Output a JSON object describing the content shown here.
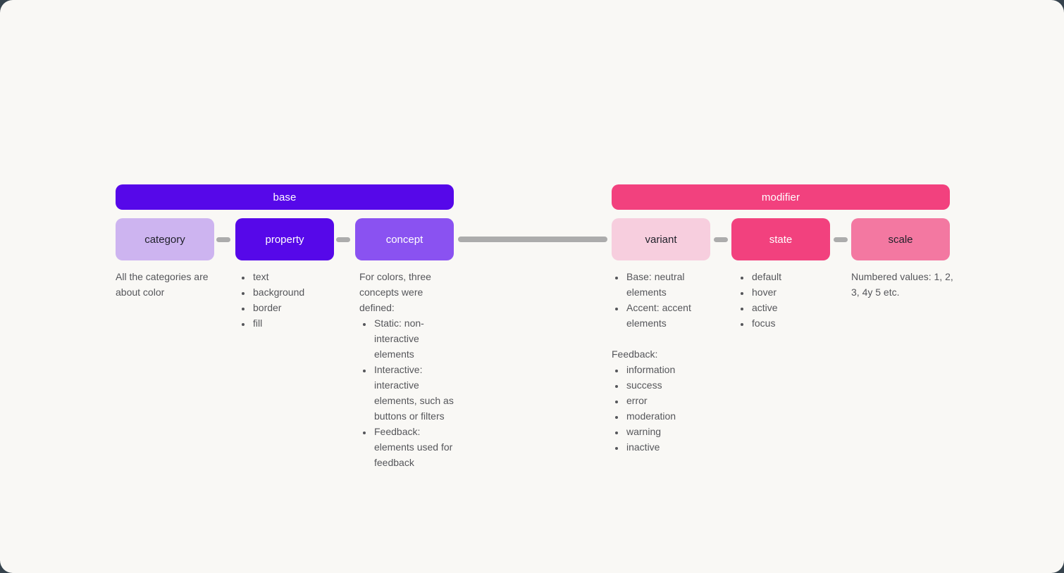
{
  "colors": {
    "page_background": "#36434d",
    "card_background": "#f9f8f5",
    "purple_deep": "#5608e9",
    "purple_light": "#cdb4f0",
    "purple_mid": "#8a52f1",
    "pink_deep": "#f2417e",
    "pink_light": "#f7cede",
    "pink_mid": "#f378a1",
    "connector_gray": "#acacac",
    "note_text": "#55565a",
    "dark_label": "#1f2029",
    "light_label": "#ffffff"
  },
  "diagram": {
    "base_group": {
      "header_label": "base",
      "boxes": {
        "category": "category",
        "property": "property",
        "concept": "concept"
      }
    },
    "modifier_group": {
      "header_label": "modifier",
      "boxes": {
        "variant": "variant",
        "state": "state",
        "scale": "scale"
      }
    },
    "notes": {
      "category": [
        {
          "type": "p",
          "text": "All the categories are about color"
        }
      ],
      "property": [
        {
          "type": "ul",
          "items": [
            "text",
            "background",
            "border",
            "fill"
          ]
        }
      ],
      "concept": [
        {
          "type": "p",
          "text": "For colors, three concepts were defined:"
        },
        {
          "type": "ul",
          "items": [
            "Static: non-interactive elements",
            "Interactive: interactive elements, such as buttons or filters",
            "Feedback: elements used for feedback"
          ]
        }
      ],
      "variant": [
        {
          "type": "ul",
          "items": [
            "Base: neutral elements",
            "Accent: accent elements"
          ]
        },
        {
          "type": "spacer"
        },
        {
          "type": "p",
          "text": "Feedback:"
        },
        {
          "type": "ul",
          "items": [
            "information",
            "success",
            "error",
            "moderation",
            "warning",
            "inactive"
          ]
        }
      ],
      "state": [
        {
          "type": "ul",
          "items": [
            "default",
            "hover",
            "active",
            "focus"
          ]
        }
      ],
      "scale": [
        {
          "type": "p",
          "text": "Numbered values: 1, 2, 3, 4y 5 etc."
        }
      ]
    }
  }
}
